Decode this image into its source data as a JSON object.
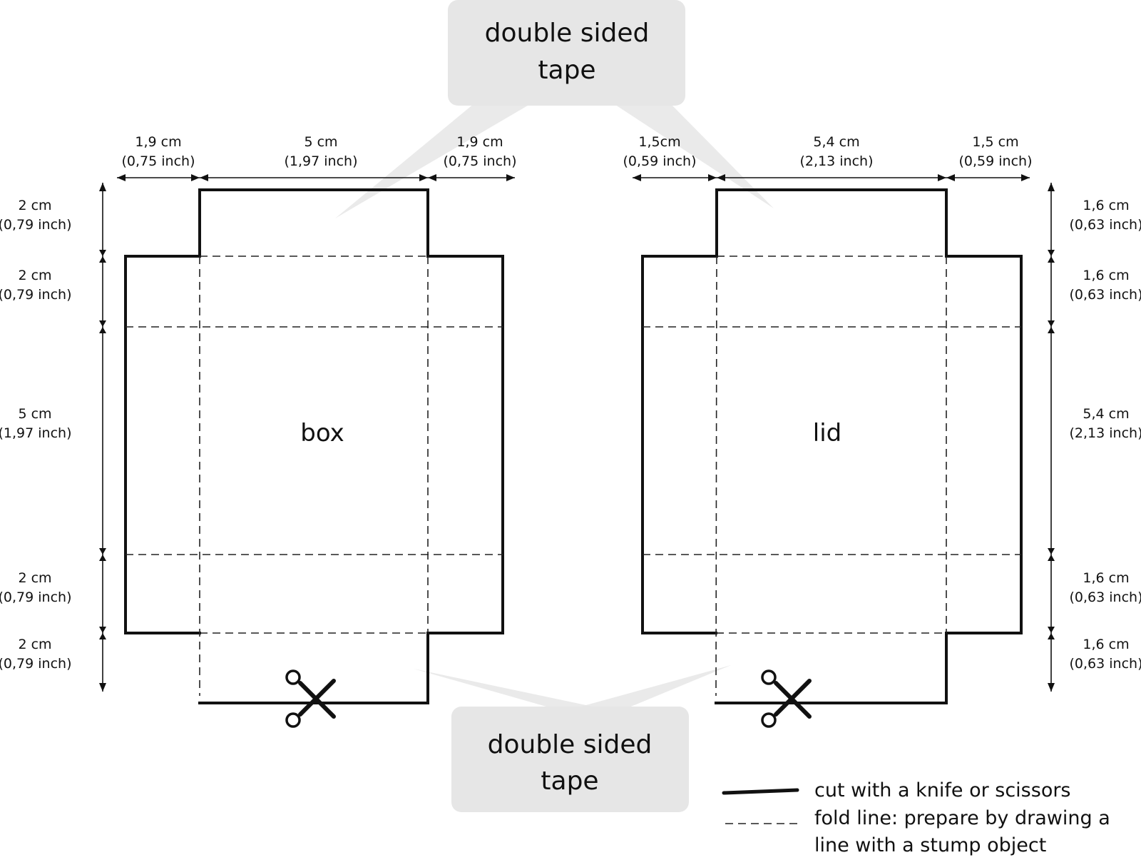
{
  "callouts": {
    "top_line1": "double sided",
    "top_line2": "tape",
    "bottom_line1": "double sided",
    "bottom_line2": "tape"
  },
  "panels": {
    "box_label": "box",
    "lid_label": "lid"
  },
  "dimensions": {
    "box_top": [
      {
        "cm": "1,9 cm",
        "inch": "(0,75 inch)"
      },
      {
        "cm": "5 cm",
        "inch": "(1,97 inch)"
      },
      {
        "cm": "1,9 cm",
        "inch": "(0,75 inch)"
      }
    ],
    "lid_top": [
      {
        "cm": "1,5cm",
        "inch": "(0,59 inch)"
      },
      {
        "cm": "5,4 cm",
        "inch": "(2,13 inch)"
      },
      {
        "cm": "1,5 cm",
        "inch": "(0,59 inch)"
      }
    ],
    "box_side": [
      {
        "cm": "2 cm",
        "inch": "(0,79 inch)"
      },
      {
        "cm": "2 cm",
        "inch": "(0,79 inch)"
      },
      {
        "cm": "5 cm",
        "inch": "(1,97 inch)"
      },
      {
        "cm": "2 cm",
        "inch": "(0,79 inch)"
      },
      {
        "cm": "2 cm",
        "inch": "(0,79 inch)"
      }
    ],
    "lid_side": [
      {
        "cm": "1,6 cm",
        "inch": "(0,63 inch)"
      },
      {
        "cm": "1,6 cm",
        "inch": "(0,63 inch)"
      },
      {
        "cm": "5,4 cm",
        "inch": "(2,13 inch)"
      },
      {
        "cm": "1,6 cm",
        "inch": "(0,63 inch)"
      },
      {
        "cm": "1,6 cm",
        "inch": "(0,63 inch)"
      }
    ]
  },
  "legend": {
    "cut_text": "cut with a knife or scissors",
    "fold_line1": "fold line: prepare by drawing a",
    "fold_line2": "line with a stump object"
  },
  "icons": {
    "scissors": "scissors-icon"
  }
}
